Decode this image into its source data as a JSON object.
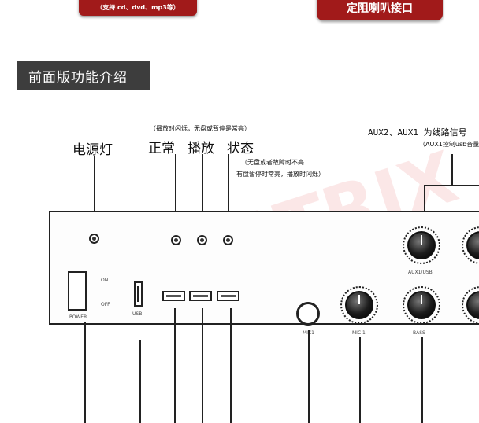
{
  "top_banners": {
    "left_text": "（支持 cd、dvd、mp3等）",
    "right_text": "定阻喇叭接口"
  },
  "section": {
    "title": "前面版功能介绍"
  },
  "labels": {
    "power_light": "电源灯",
    "normal": "正常",
    "play": "播放",
    "status": "状态",
    "note_top": "（播放时闪烁，无盘或暂停是常亮）",
    "note_status_1": "（无盘或者故障时不亮",
    "note_status_2": "有盘暂停时常亮，播放时闪烁）",
    "aux_title": "AUX2、AUX1 为线路信号",
    "aux_sub": "（AUX1控制usb音量"
  },
  "panel_marks": {
    "on": "ON",
    "off": "OFF",
    "power": "POWER",
    "usb": "USB",
    "mic1": "MIC1",
    "mic_knob": "MIC 1",
    "bass": "BASS",
    "aux1_usb": "AUX1/USB"
  },
  "watermark": "MATRIX"
}
